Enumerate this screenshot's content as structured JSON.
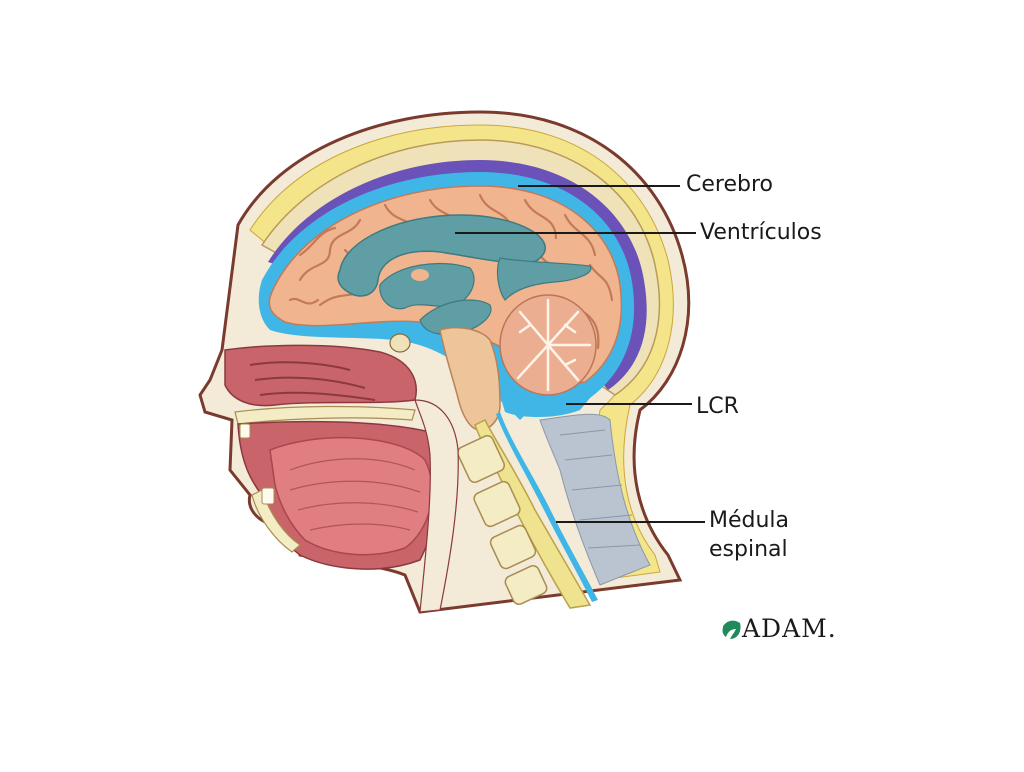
{
  "labels": {
    "cerebro": "Cerebro",
    "ventriculos": "Ventrículos",
    "lcr": "LCR",
    "medula_line1": "Médula",
    "medula_line2": "espinal"
  },
  "logo": {
    "text": "ADAM."
  },
  "colors": {
    "background": "#ffffff",
    "skin": "#f3ead8",
    "skin_outline": "#7a3b2e",
    "fat_yellow": "#f4e48a",
    "dura_purple": "#6a52b8",
    "csf_blue": "#3fb6e6",
    "brain_tissue": "#f0b48e",
    "brain_gyri": "#c47a58",
    "ventricles": "#5e9ea4",
    "cerebellum": "#ecae90",
    "brainstem": "#eec49a",
    "spinal_cord": "#efe38f",
    "vertebrae": "#f4ecc4",
    "mouth_tissue": "#c8646a",
    "tongue": "#e07e82",
    "neck_muscle": "#b9c4d0",
    "leader_line": "#1a1a1a",
    "logo_green": "#1f8a5a"
  }
}
